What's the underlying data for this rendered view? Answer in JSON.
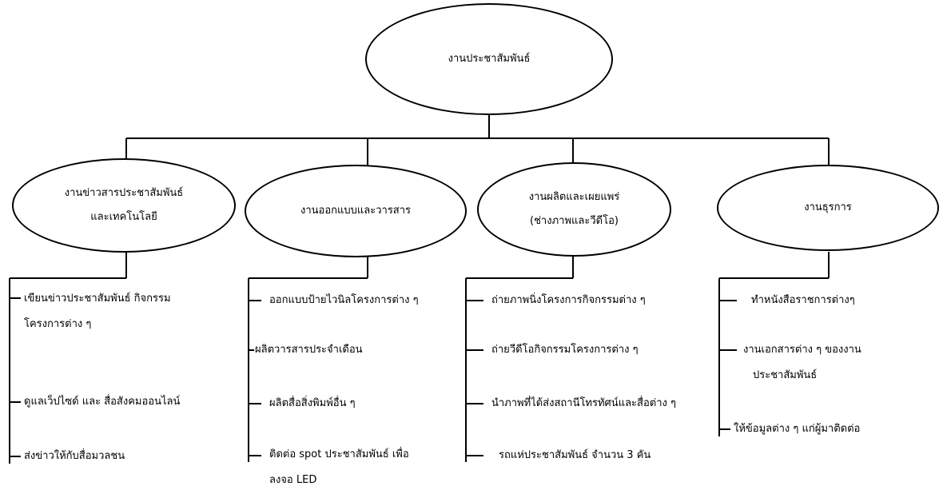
{
  "colors": {
    "line": "#000000",
    "background": "#ffffff",
    "text": "#000000"
  },
  "root": {
    "label": "งานประชาสัมพันธ์"
  },
  "branches": [
    {
      "label_lines": [
        "งานข่าวสารประชาสัมพันธ์",
        "และเทคโนโลยี"
      ],
      "items": [
        {
          "lines": [
            "เขียนข่าวประชาสัมพันธ์ กิจกรรม",
            "โครงการต่าง ๆ"
          ]
        },
        {
          "lines": [
            "ดูแลเว็ปไซด์ และ สื่อสังคมออนไลน์"
          ]
        },
        {
          "lines": [
            "ส่งข่าวให้กับสื่อมวลชน"
          ]
        }
      ]
    },
    {
      "label_lines": [
        "งานออกแบบและวารสาร"
      ],
      "items": [
        {
          "lines": [
            "ออกแบบป้ายไวนิลโครงการต่าง ๆ"
          ]
        },
        {
          "lines": [
            "ผลิตวารสารประจำเดือน"
          ]
        },
        {
          "lines": [
            "ผลิตสื่อสิ่งพิมพ์อื่น ๆ"
          ]
        },
        {
          "lines": [
            "ติดต่อ spot ประชาสัมพันธ์ เพื่อ",
            "ลงจอ LED"
          ]
        }
      ]
    },
    {
      "label_lines": [
        "งานผลิตและเผยแพร่",
        "(ช่างภาพและวีดีโอ)"
      ],
      "items": [
        {
          "lines": [
            "ถ่ายภาพนิ่งโครงการกิจกรรมต่าง ๆ"
          ]
        },
        {
          "lines": [
            "ถ่ายวีดีโอกิจกรรมโครงการต่าง ๆ"
          ]
        },
        {
          "lines": [
            "นำภาพที่ได้ส่งสถานีโทรทัศน์และสื่อต่าง ๆ"
          ]
        },
        {
          "lines": [
            "รถแห่ประชาสัมพันธ์ จำนวน 3 คัน"
          ]
        }
      ]
    },
    {
      "label_lines": [
        "งานธุรการ"
      ],
      "items": [
        {
          "lines": [
            "ทำหนังสือราชการต่างๆ"
          ]
        },
        {
          "lines": [
            "งานเอกสารต่าง ๆ ของงาน",
            "ประชาสัมพันธ์"
          ]
        },
        {
          "lines": [
            "ให้ข้อมูลต่าง ๆ แก่ผู้มาติดต่อ"
          ]
        }
      ]
    }
  ]
}
